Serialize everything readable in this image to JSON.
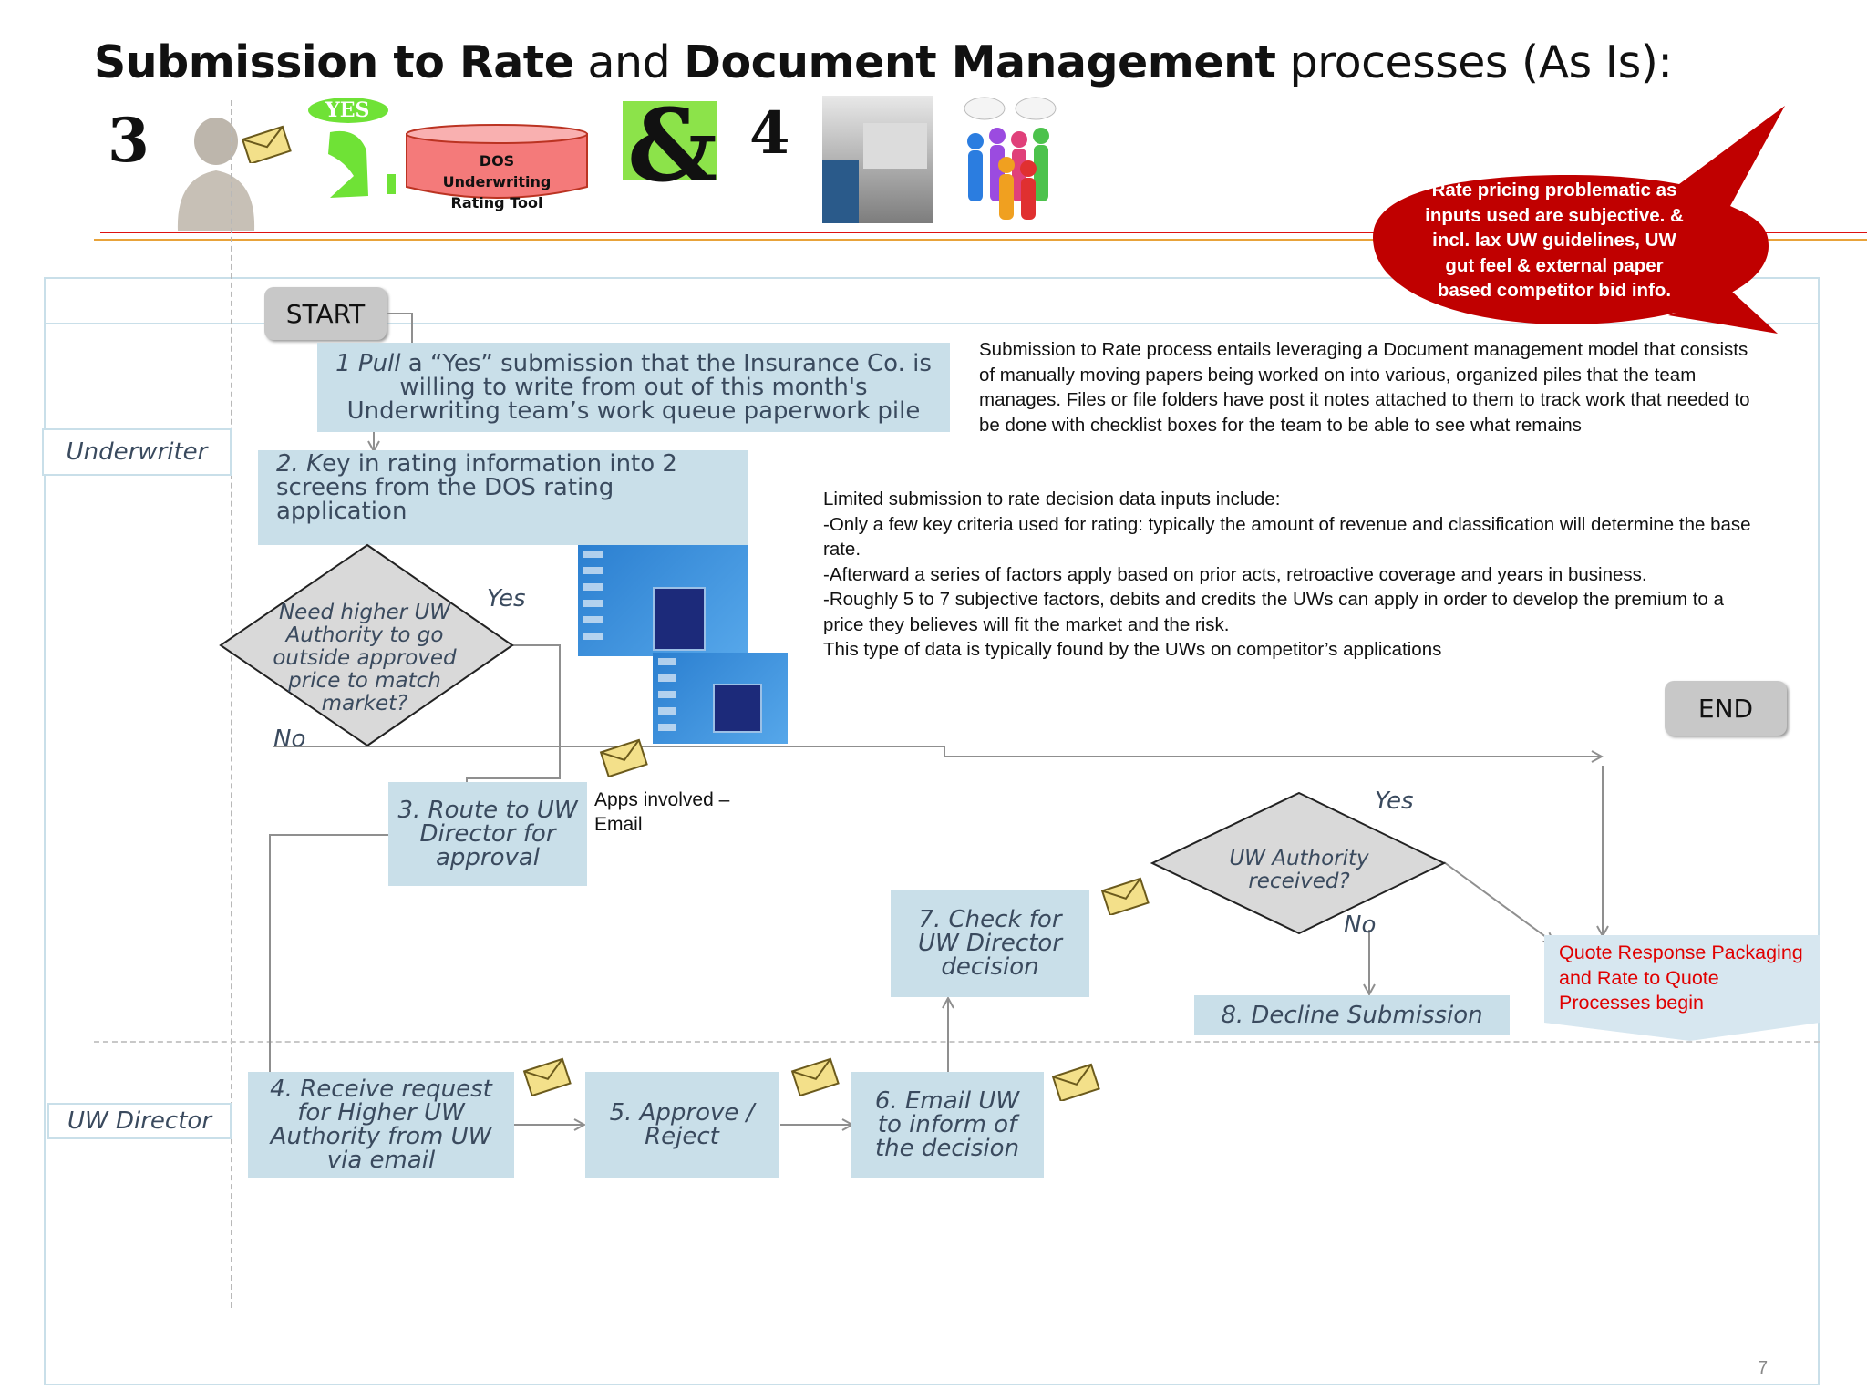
{
  "title": {
    "bold1": "Submission to Rate",
    "mid": " and ",
    "bold2": "Document Management",
    "rest": " processes (As Is):"
  },
  "icons": {
    "tool_label": "DOS Underwriting Rating Tool",
    "yes_bubble": "YES",
    "ampersand": "&"
  },
  "callout": "Rate pricing problematic as inputs used are subjective. & incl. lax UW guidelines, UW gut feel & external paper based competitor bid info.",
  "lanes": {
    "underwriter": "Underwriter",
    "director": "UW Director"
  },
  "start": "START",
  "end": "END",
  "steps": {
    "s1_italic": "1 Pull",
    "s1_rest": " a “Yes” submission that the Insurance Co. is willing to write from out of this month's Underwriting team’s work queue paperwork pile",
    "s2_italic": "2. K",
    "s2_rest": "ey in rating information into 2 screens from the DOS rating application",
    "s3": "3. Route to UW Director for approval",
    "s4": "4. Receive request for Higher UW Authority from UW via email",
    "s5": "5. Approve / Reject",
    "s6": "6. Email UW to inform of the decision",
    "s7": "7. Check for UW Director decision",
    "s8": "8. Decline Submission"
  },
  "decisions": {
    "d1": "Need higher UW Authority to go outside approved price to match market?",
    "d1_yes": "Yes",
    "d1_no": "No",
    "d2": "UW Authority received?",
    "d2_yes": "Yes",
    "d2_no": "No"
  },
  "apps_note": "Apps involved – Email",
  "quote_box": "Quote Response Packaging and Rate to Quote Processes begin",
  "desc1": "Submission to Rate process entails leveraging a Document management model that consists of manually moving papers being worked on into various, organized piles that the team manages.  Files or file folders have post it notes attached to them to track work that needed to be done with checklist boxes for the team to be able to see what remains",
  "desc2_lines": [
    "Limited submission to rate decision data inputs include:",
    "-Only a few key criteria used for rating:  typically the amount of revenue and classification will determine the base rate.",
    "-Afterward a series of factors apply based on prior acts, retroactive coverage and years in business.",
    "-Roughly 5 to 7 subjective factors, debits and credits the UWs can apply in order to develop the premium to a price they believes will fit the market and the risk.",
    "This type of data is typically found by the UWs on competitor’s applications"
  ],
  "page_number": "7",
  "colors": {
    "box": "#c9dfe9",
    "callout": "#c00000",
    "quote_text": "#e00000",
    "accent_line": "#d11"
  }
}
